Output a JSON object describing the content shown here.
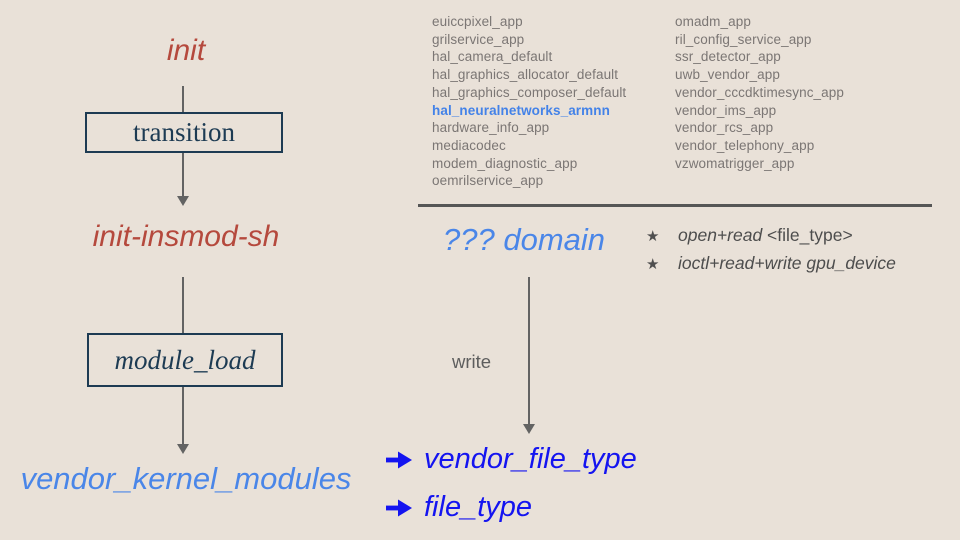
{
  "palette": {
    "background": "#e9e1d8",
    "red": "#b5493d",
    "navy": "#1d3b53",
    "list_gray": "#7b7674",
    "cornflower_blue": "#4a86e8",
    "bright_blue": "#1414f0",
    "line_gray": "#636363"
  },
  "left_flow": {
    "source": "init",
    "transition": "transition",
    "intermediate": "init-insmod-sh",
    "module_load": "module_load",
    "target": "vendor_kernel_modules"
  },
  "app_list": {
    "col1": [
      "euiccpixel_app",
      "grilservice_app",
      "hal_camera_default",
      "hal_graphics_allocator_default",
      "hal_graphics_composer_default",
      "hal_neuralnetworks_armnn",
      "hardware_info_app",
      "mediacodec",
      "modem_diagnostic_app",
      "oemrilservice_app"
    ],
    "col2": [
      "omadm_app",
      "ril_config_service_app",
      "ssr_detector_app",
      "uwb_vendor_app",
      "vendor_cccdktimesync_app",
      "vendor_ims_app",
      "vendor_rcs_app",
      "vendor_telephony_app",
      "vzwomatrigger_app"
    ],
    "highlighted_item": "hal_neuralnetworks_armnn"
  },
  "domain": {
    "title": "??? domain",
    "star": "★",
    "bullet1_italic": "open+read",
    "bullet1_plain": " <file_type>",
    "bullet2_italic": "ioctl+read+write gpu_device",
    "bullet2_plain": "",
    "edge_label": "write",
    "result1": "vendor_file_type",
    "result2": "file_type"
  }
}
